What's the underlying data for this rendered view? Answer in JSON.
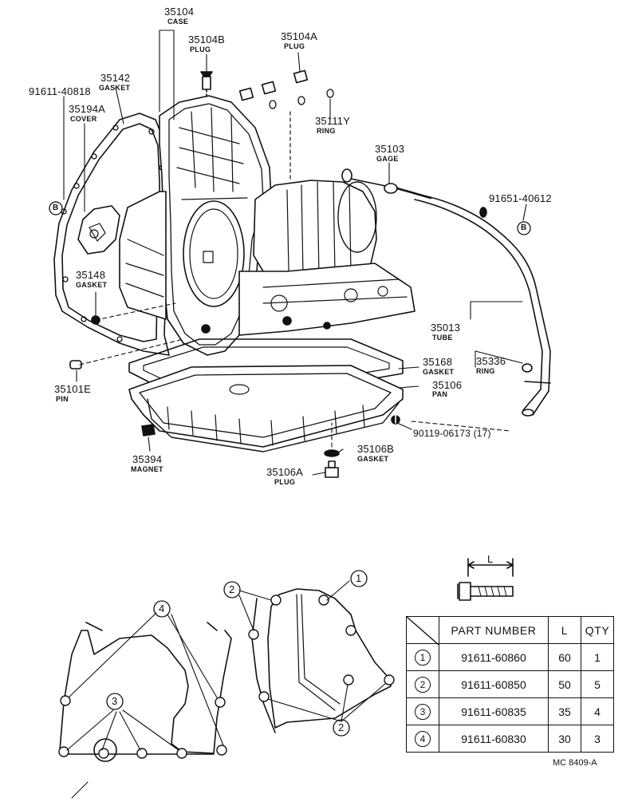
{
  "labels": {
    "p35104": {
      "num": "35104",
      "sub": "CASE"
    },
    "p35104B": {
      "num": "35104B",
      "sub": "PLUG"
    },
    "p35104A": {
      "num": "35104A",
      "sub": "PLUG"
    },
    "p91611_40818": {
      "num": "91611-40818"
    },
    "p35142": {
      "num": "35142",
      "sub": "GASKET"
    },
    "p35194A": {
      "num": "35194A",
      "sub": "COVER"
    },
    "p35111Y": {
      "num": "35111Y",
      "sub": "RING"
    },
    "p35103": {
      "num": "35103",
      "sub": "GAGE"
    },
    "p91651_40612": {
      "num": "91651-40612"
    },
    "p35148": {
      "num": "35148",
      "sub": "GASKET"
    },
    "p35013": {
      "num": "35013",
      "sub": "TUBE"
    },
    "p35336": {
      "num": "35336",
      "sub": "RING"
    },
    "p35168": {
      "num": "35168",
      "sub": "GASKET"
    },
    "p35106": {
      "num": "35106",
      "sub": "PAN"
    },
    "p35101E": {
      "num": "35101E",
      "sub": "PIN"
    },
    "p90119": {
      "num": "90119-06173 (17)"
    },
    "p35394": {
      "num": "35394",
      "sub": "MAGNET"
    },
    "p35106B": {
      "num": "35106B",
      "sub": "GASKET"
    },
    "p35106A": {
      "num": "35106A",
      "sub": "PLUG"
    },
    "refB1": "B",
    "refB2": "B",
    "dimL": "L",
    "callout1": "1",
    "callout2a": "2",
    "callout2b": "2",
    "callout3": "3",
    "callout4": "4"
  },
  "bolt_table": {
    "headers": [
      "PART NUMBER",
      "L",
      "QTY"
    ],
    "rows": [
      {
        "ref": "1",
        "part": "91611-60860",
        "l": "60",
        "qty": "1"
      },
      {
        "ref": "2",
        "part": "91611-60850",
        "l": "50",
        "qty": "5"
      },
      {
        "ref": "3",
        "part": "91611-60835",
        "l": "35",
        "qty": "4"
      },
      {
        "ref": "4",
        "part": "91611-60830",
        "l": "30",
        "qty": "3"
      }
    ]
  },
  "figure_code": "MC 8409-A"
}
